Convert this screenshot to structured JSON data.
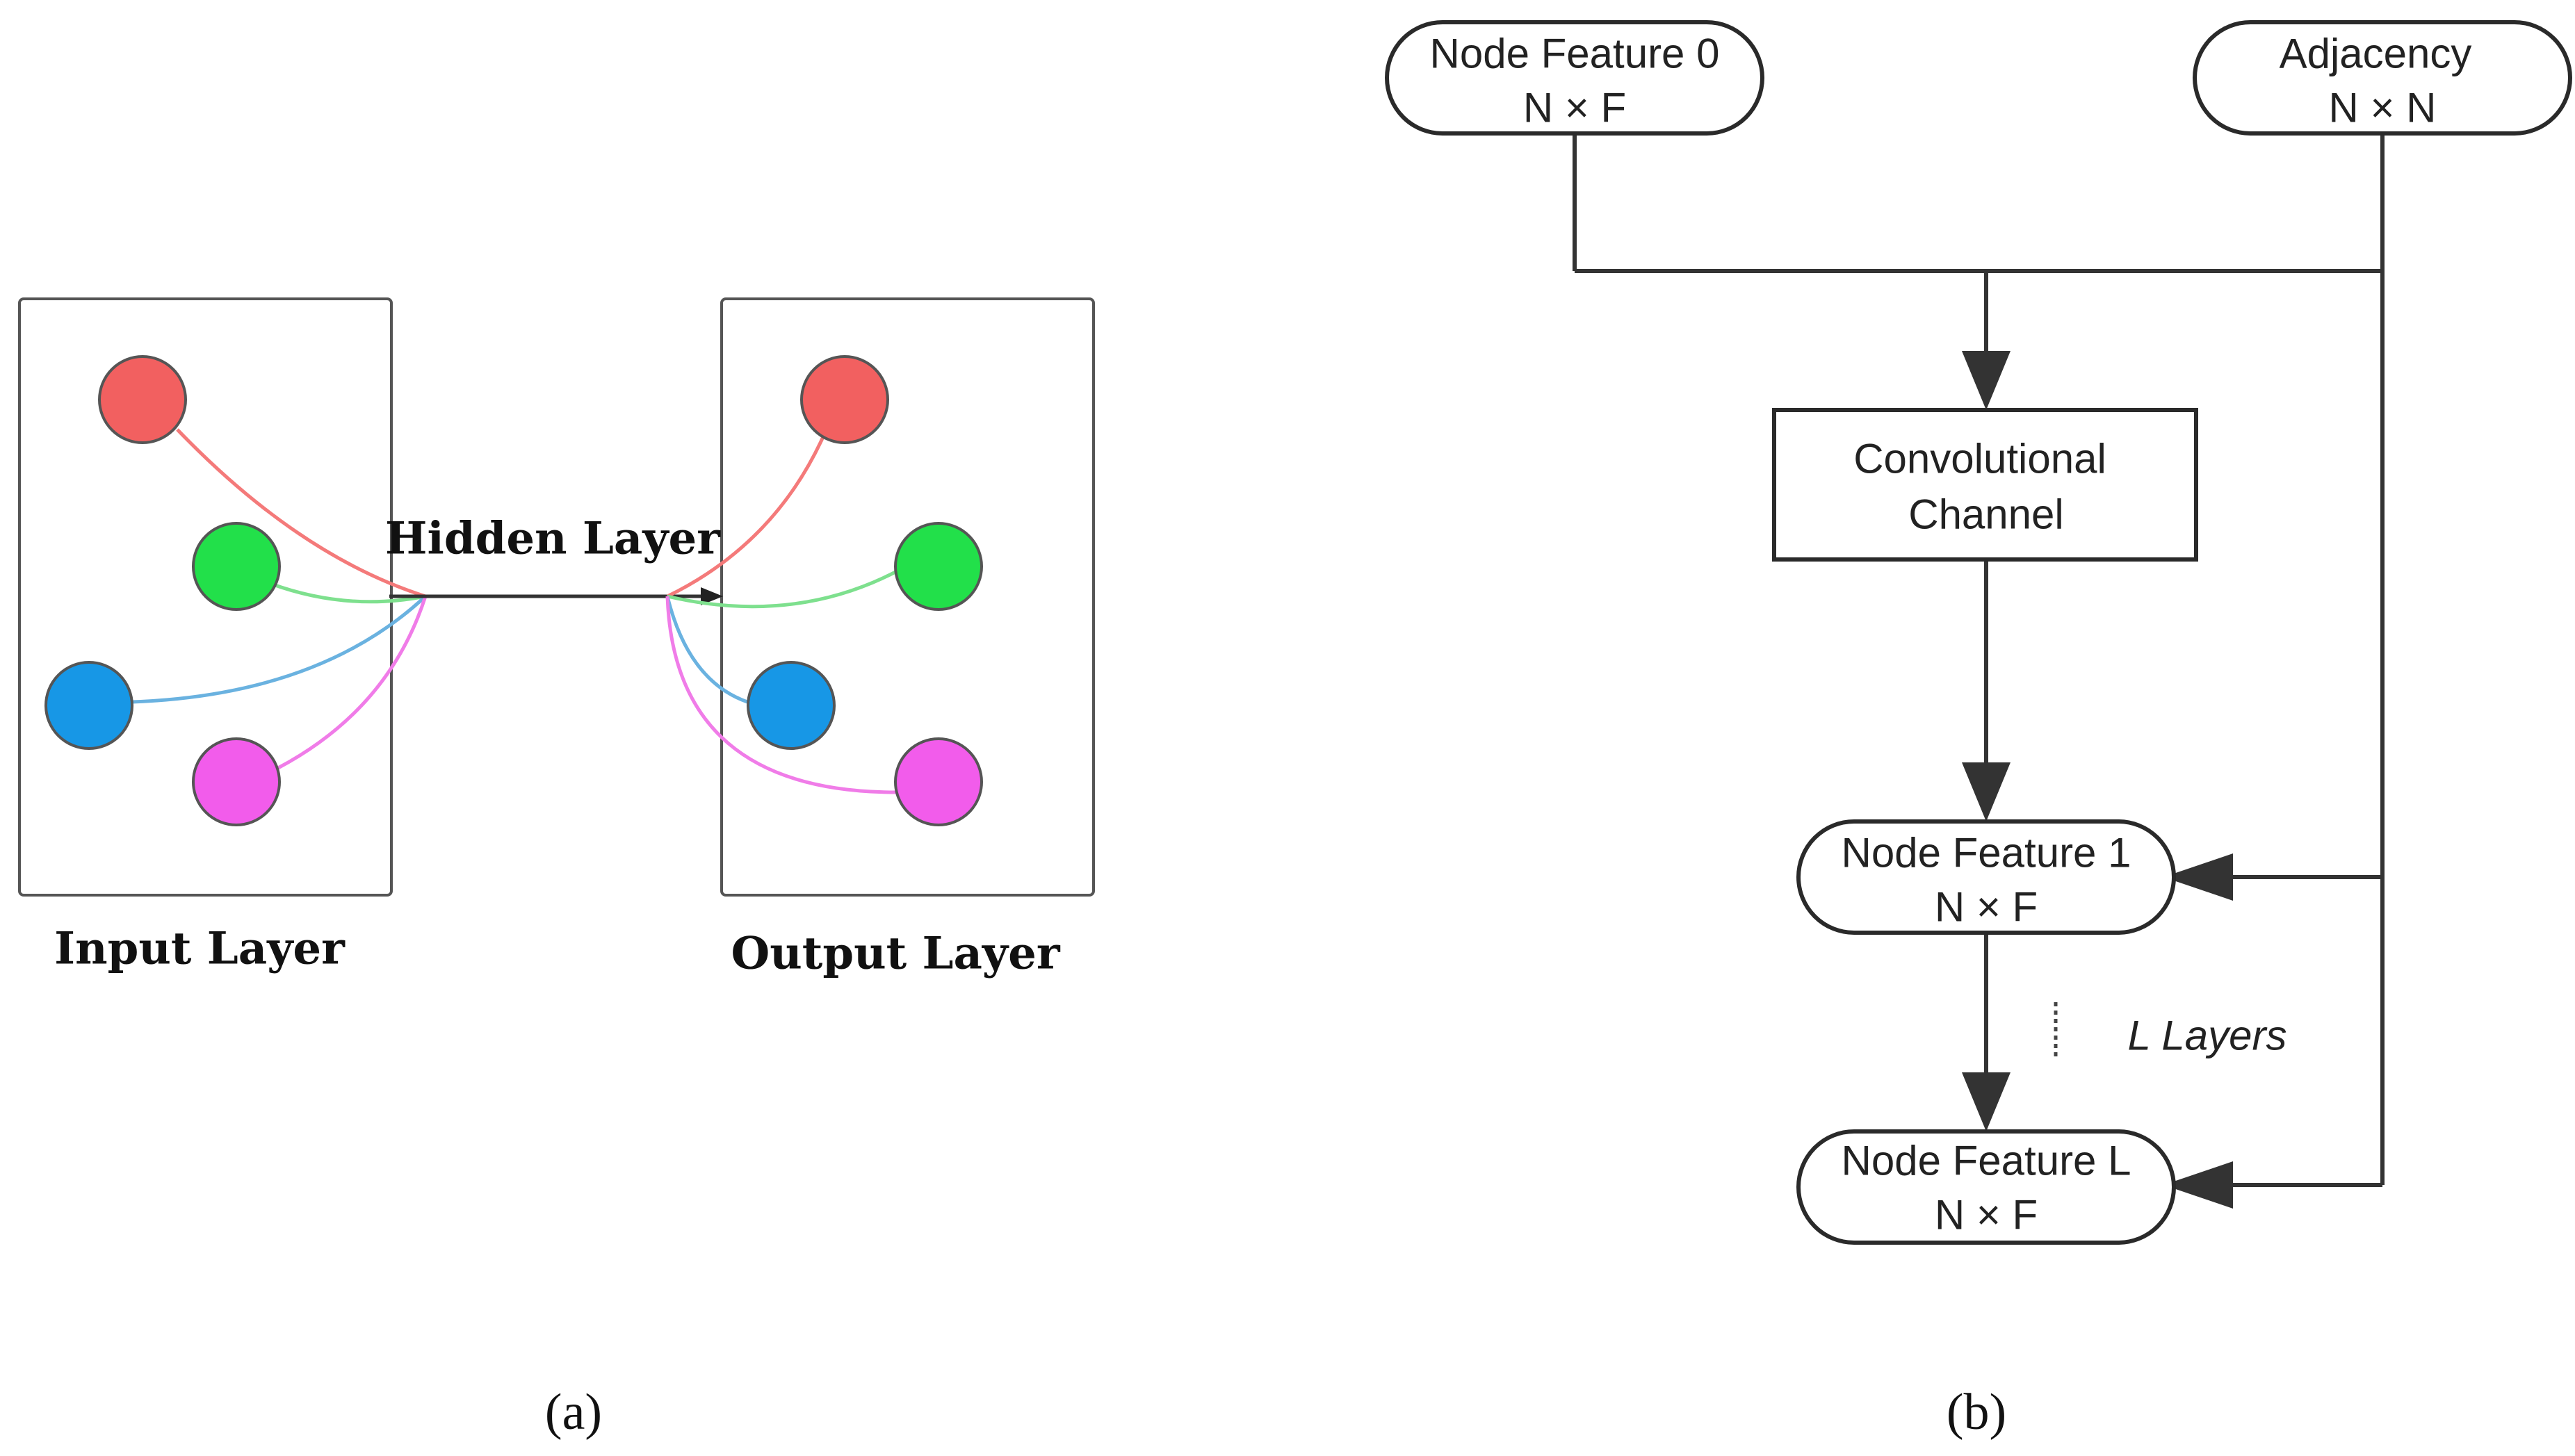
{
  "panel_a": {
    "input_label": "Input Layer",
    "hidden_label": "Hidden Layer",
    "output_label": "Output Layer",
    "caption": "(a)",
    "node_colors": {
      "red": "#f26060",
      "green": "#22e04a",
      "blue": "#1797e6",
      "magenta": "#f25ceb"
    },
    "edge_colors": {
      "red": "#f47a7a",
      "green": "#7ee08e",
      "blue": "#6ab2e0",
      "magenta": "#f07ce8"
    }
  },
  "panel_b": {
    "node_feature_0": {
      "title": "Node Feature 0",
      "dims": "N × F"
    },
    "adjacency": {
      "title": "Adjacency",
      "dims": "N × N"
    },
    "conv_channel": {
      "line1": "Convolutional",
      "line2": "Channel"
    },
    "node_feature_1": {
      "title": "Node Feature 1",
      "dims": "N × F"
    },
    "node_feature_l": {
      "title": "Node Feature L",
      "dims": "N × F"
    },
    "layers_label": "L Layers",
    "caption": "(b)"
  }
}
